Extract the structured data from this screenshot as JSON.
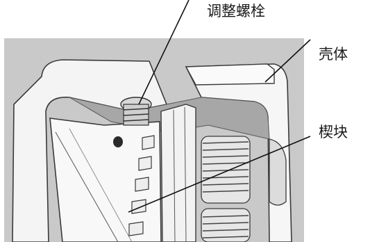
{
  "labels": {
    "adjusting_bolt": "调整螺栓",
    "housing": "壳体",
    "wedge": "楔块"
  },
  "colors": {
    "background_gray": "#c9c9c9",
    "part_white": "#f6f6f6",
    "edge_dark": "#3c3c3c",
    "leader_line": "#111111"
  }
}
